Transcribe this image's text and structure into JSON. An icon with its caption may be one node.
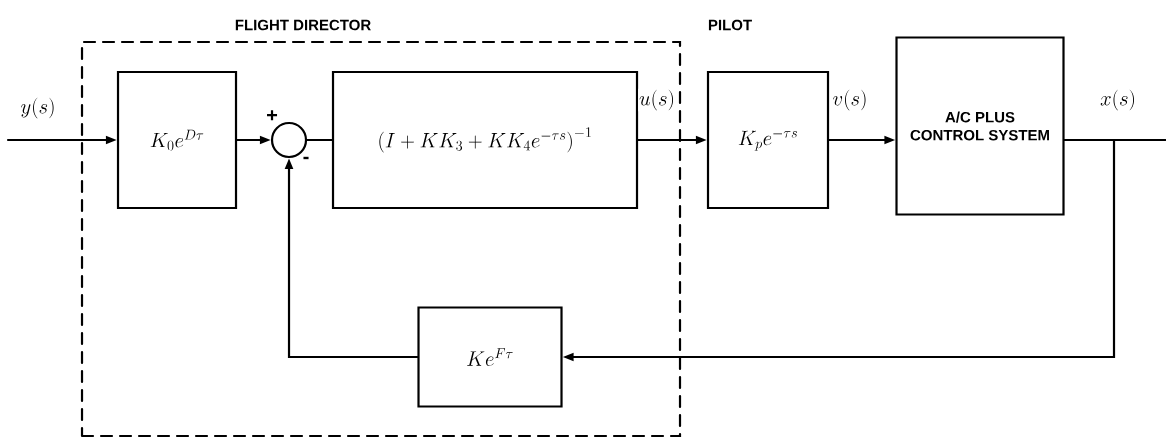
{
  "diagram": {
    "nodes": [
      {
        "text": [
          "FLIGHT DIRECTOR"
        ]
      },
      {
        "text": [
          "K_0 e^{D\\tau}"
        ],
        "in": 0
      },
      {
        "text": [],
        "shape": "circle",
        "in": 0
      },
      {
        "text": [
          "\\left(I + KK_3 + KK_4 e^{-\\tau s}\\right)^{-1}"
        ],
        "in": 0
      },
      {
        "text": [
          "K e^{F\\tau}"
        ],
        "in": 0
      },
      {
        "text": [
          "PILOT",
          "K_p e^{-\\tau s}"
        ]
      },
      {
        "text": [
          "A/C PLUS CONTROL SYSTEM"
        ]
      }
    ],
    "edges": [
      {
        "from": null,
        "to": 1,
        "arrow": "to",
        "label": "y(s)"
      },
      {
        "from": 1,
        "to": 2,
        "arrow": "to"
      },
      {
        "from": 2,
        "to": 3,
        "arrow": "none"
      },
      {
        "from": 3,
        "to": 5,
        "arrow": "to",
        "label": "u(s)"
      },
      {
        "from": 5,
        "to": 6,
        "arrow": "to",
        "label": "v(s)"
      },
      {
        "from": 6,
        "to": null,
        "arrow": "none",
        "label": "x(s)"
      },
      {
        "from": 6,
        "to": 4,
        "arrow": "to"
      },
      {
        "from": 4,
        "to": 2,
        "arrow": "to"
      }
    ],
    "labels": [
      "+",
      "-"
    ]
  }
}
